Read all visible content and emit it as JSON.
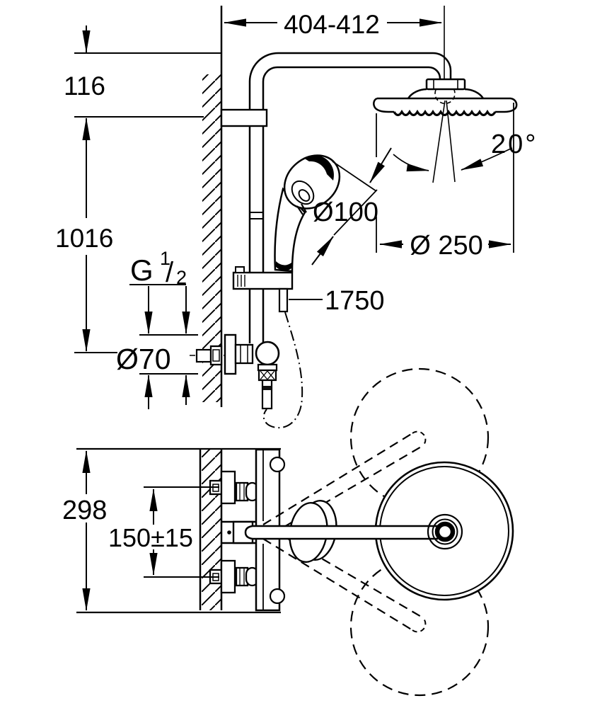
{
  "diagram": {
    "type": "technical-dimension-drawing",
    "subject": "wall-mounted thermostatic shower system, elevation and plan view",
    "colors": {
      "line": "#000000",
      "background": "#ffffff"
    },
    "labels": {
      "width_top": "404-412",
      "head_drop": "116",
      "rail_height": "1016",
      "thread_g": "G",
      "thread_num": "1",
      "thread_slash": "/",
      "thread_den": "2",
      "escutcheon_dia": "Ø70",
      "handshower_dia": "Ø100",
      "headshower_dia": "Ø 250",
      "spray_angle": "20°",
      "hose_length": "1750",
      "plan_depth": "298",
      "inlet_spacing": "150±15"
    }
  }
}
